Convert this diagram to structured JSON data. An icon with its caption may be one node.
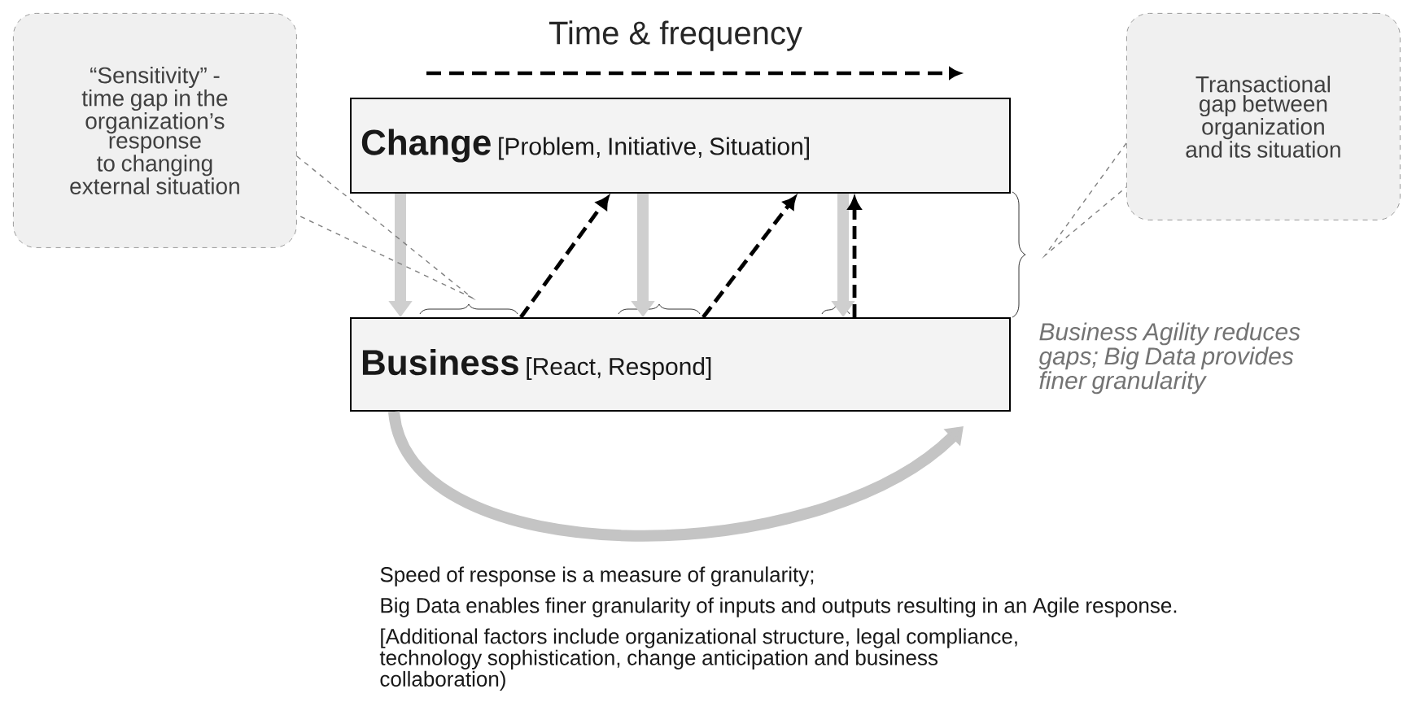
{
  "diagram": {
    "nodes": [
      {
        "text": [
          "Change",
          "[Problem, Initiative, Situation]"
        ]
      },
      {
        "text": [
          "Business",
          "[React, Respond]"
        ]
      },
      {
        "text": [
          "“Sensitivity” - time gap in the organization’s response to changing external situation"
        ]
      },
      {
        "text": [
          "Transactional gap between organization and its situation"
        ]
      }
    ],
    "edges": [
      {
        "from": 0,
        "to": 1,
        "arrow": "to",
        "style": "thick",
        "color": "#cfcfcf"
      },
      {
        "from": 0,
        "to": 1,
        "arrow": "to",
        "style": "thick",
        "color": "#cfcfcf"
      },
      {
        "from": 0,
        "to": 1,
        "arrow": "to",
        "style": "thick",
        "color": "#cfcfcf"
      },
      {
        "from": 1,
        "to": 0,
        "arrow": "to",
        "style": "dashed",
        "color": "#000000"
      },
      {
        "from": 1,
        "to": 0,
        "arrow": "to",
        "style": "dashed",
        "color": "#000000"
      },
      {
        "from": 1,
        "to": 0,
        "arrow": "to",
        "style": "dashed",
        "color": "#000000"
      },
      {
        "from": 1,
        "to": null,
        "arrow": "to",
        "style": "thick",
        "color": "#c4c4c4"
      },
      {
        "from": 2,
        "to": null,
        "arrow": "none",
        "style": "dashed",
        "color": "#808080"
      },
      {
        "from": 3,
        "to": null,
        "arrow": "none",
        "style": "dashed",
        "color": "#808080"
      }
    ],
    "labels": [
      "Time & frequency",
      "Business Agility reduces gaps; Big Data provides finer granularity",
      "Speed of response is a measure of granularity;",
      "Big Data enables finer granularity of inputs and outputs resulting in an Agile response.",
      "[Additional factors include organizational structure, legal compliance, technology sophistication, change anticipation and business collaboration)"
    ]
  }
}
